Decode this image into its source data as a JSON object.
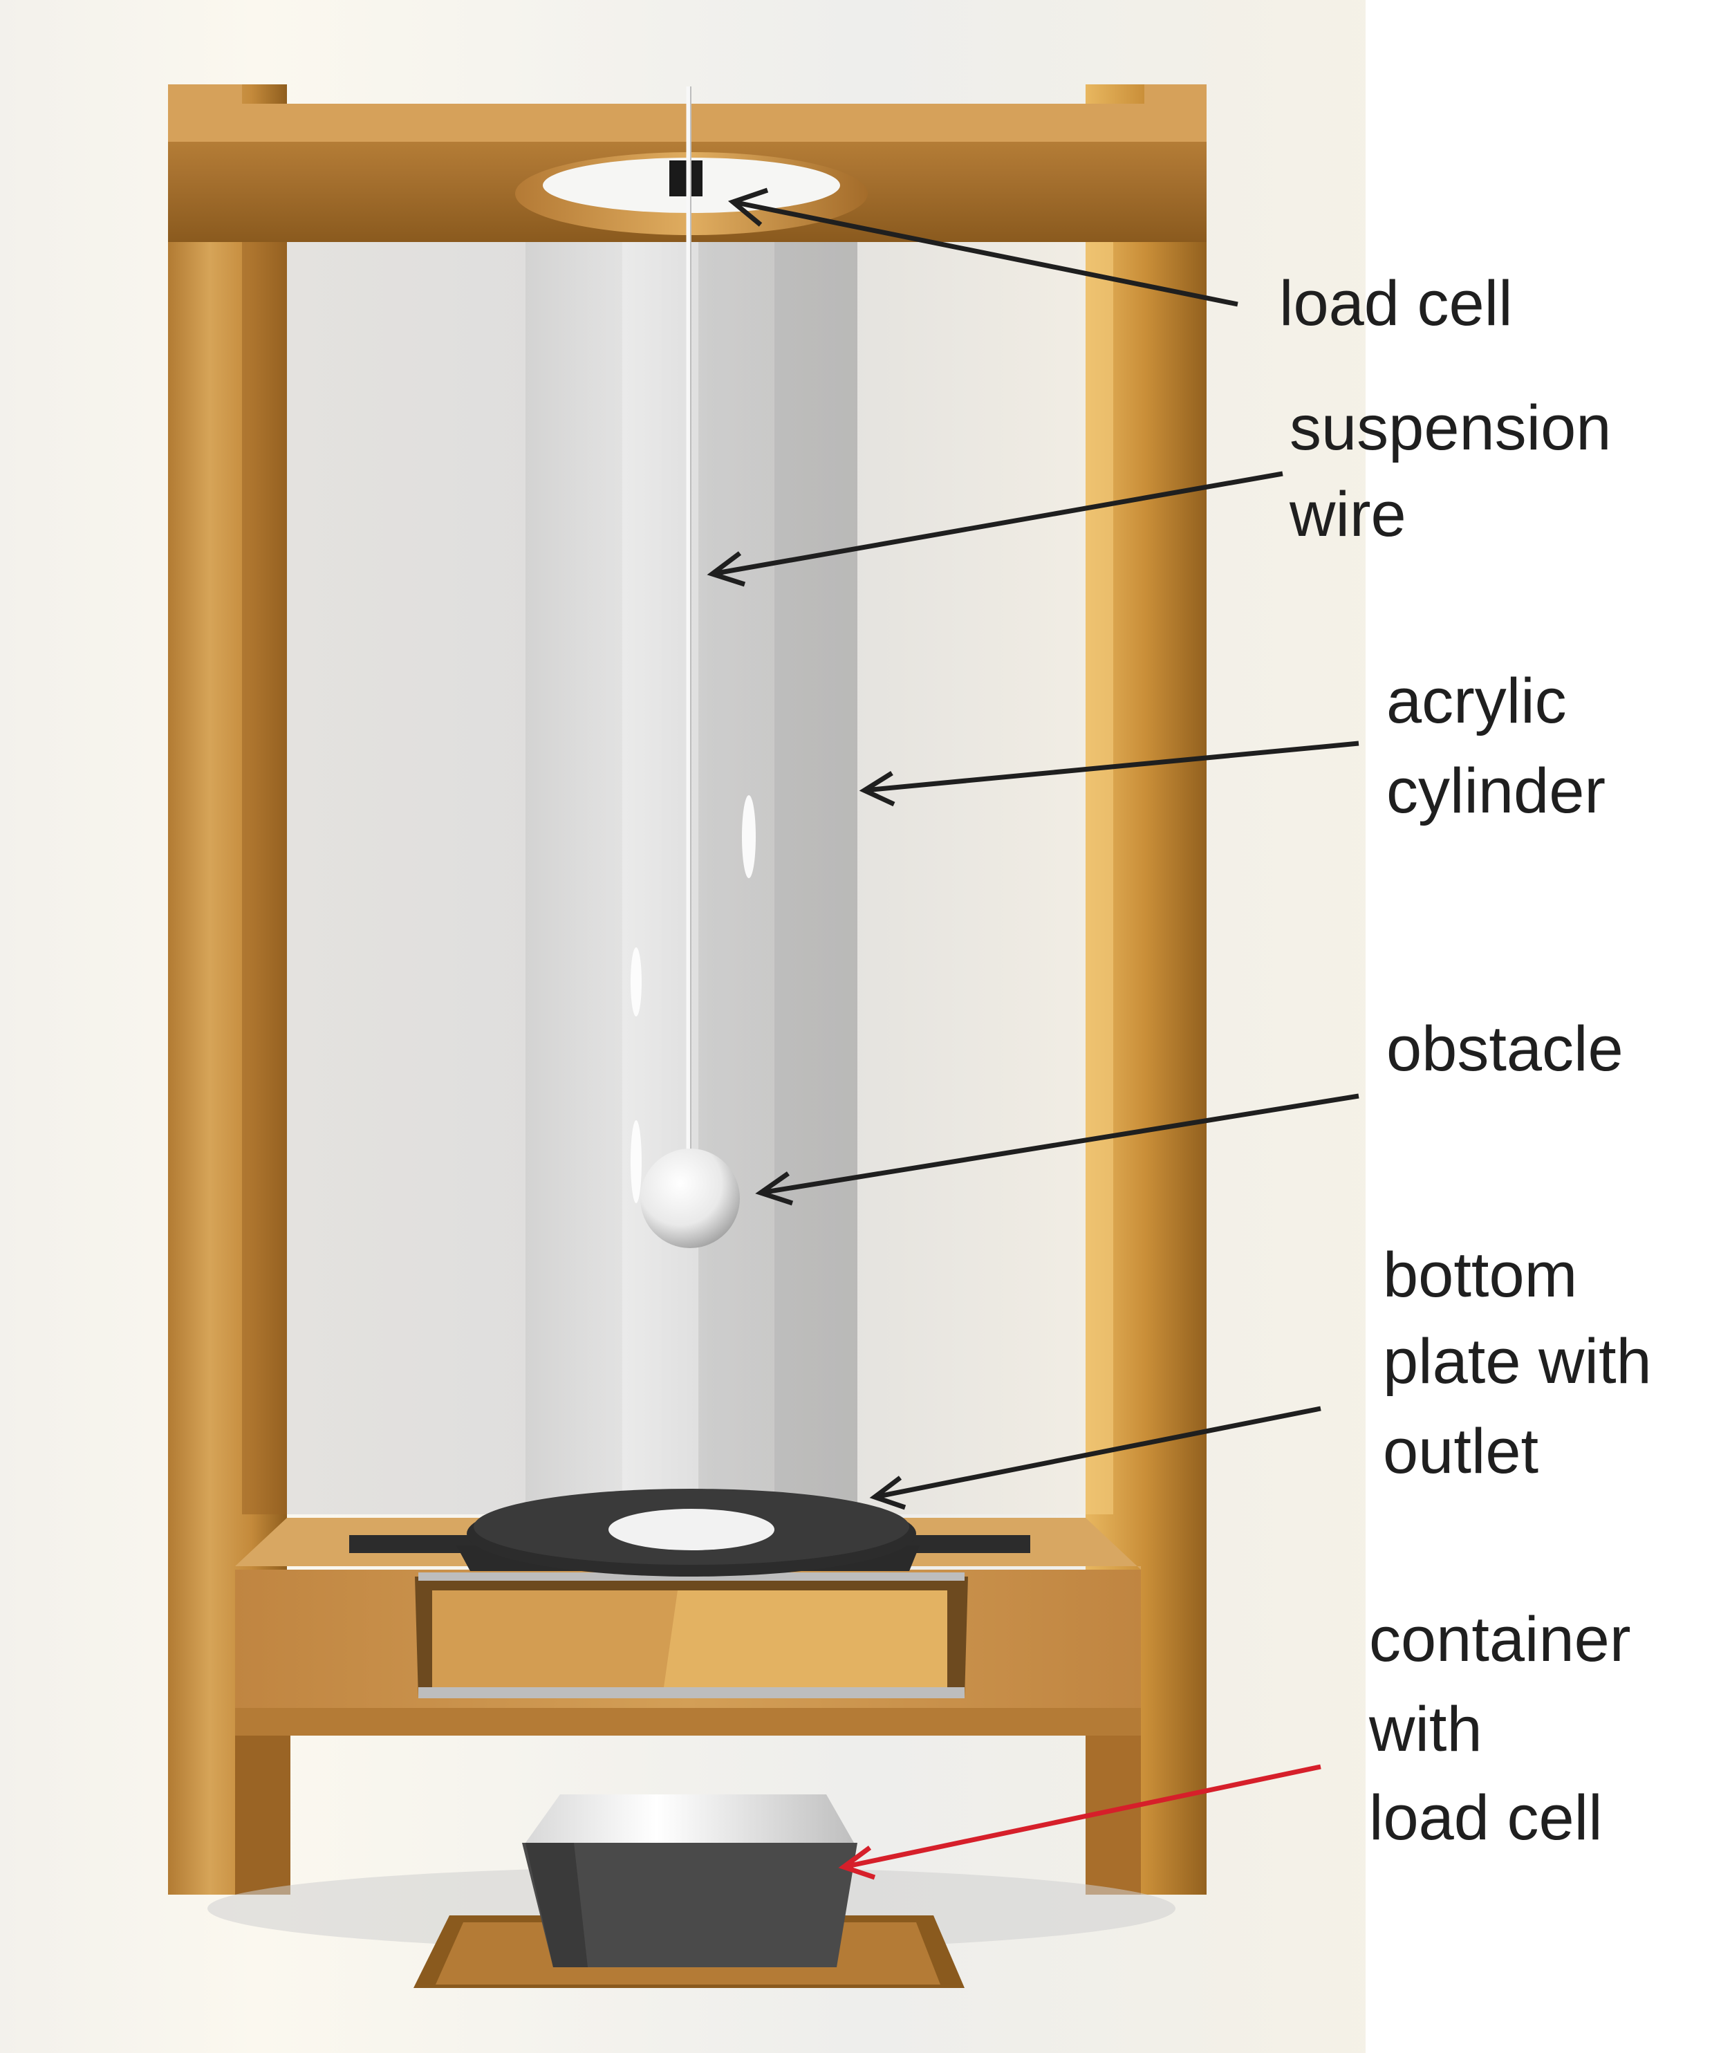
{
  "labels": {
    "load_cell_top": "load cell",
    "suspension_wire_1": "suspension",
    "suspension_wire_2": "wire",
    "acrylic_cylinder_1": "acrylic",
    "acrylic_cylinder_2": "cylinder",
    "obstacle": "obstacle",
    "bottom_plate_1": "bottom",
    "bottom_plate_2": "plate with",
    "bottom_plate_3": "outlet",
    "container_1": "container",
    "container_2": "with",
    "container_3": "load cell"
  },
  "colors": {
    "wood_light": "#e6b467",
    "wood_mid": "#c8903c",
    "wood_dark": "#8f5e1e",
    "arrow_black": "#1f1f1f",
    "arrow_red": "#d61f2a",
    "plate_dark": "#2c2c2c",
    "container_gray": "#4a4a4a"
  }
}
